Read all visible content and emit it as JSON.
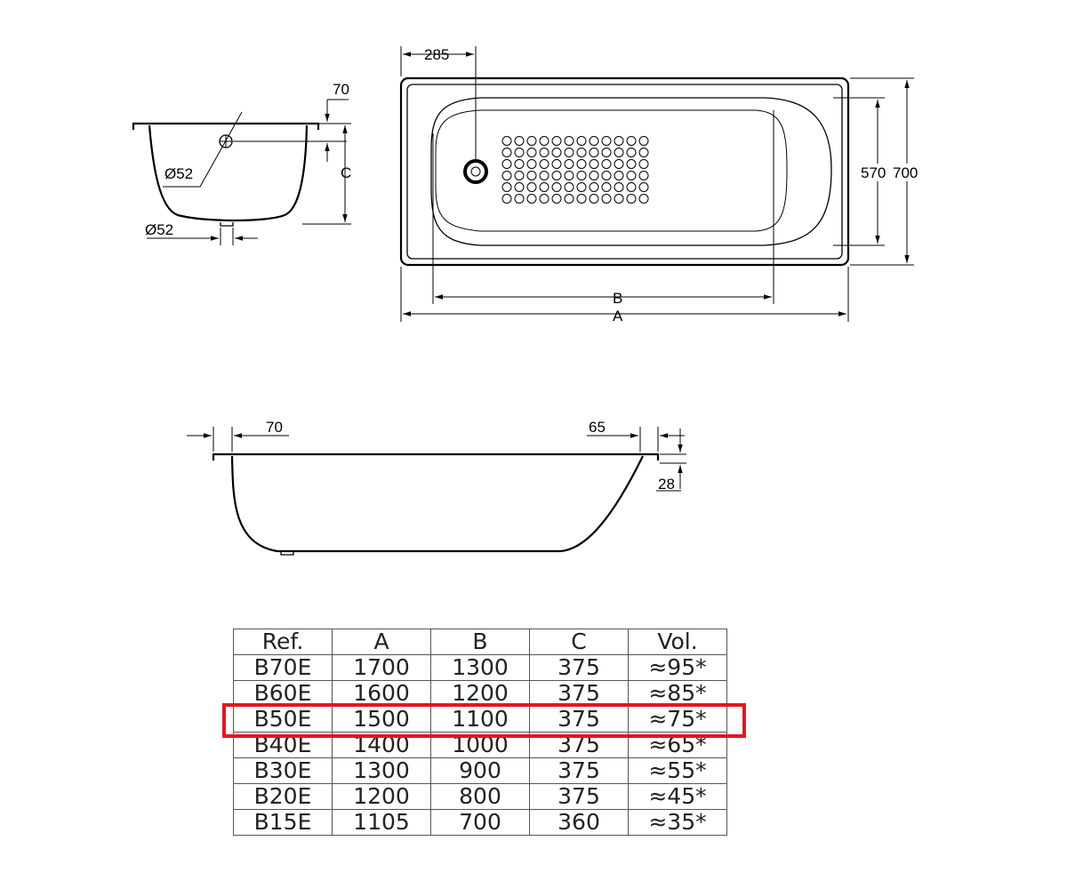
{
  "dimensions": {
    "lip": "70",
    "waste_diameter_top": "Ø52",
    "waste_diameter_bottom": "Ø52",
    "depth_label": "C",
    "drain_offset": "285",
    "inner_width": "570",
    "outer_width": "700",
    "inner_length_label": "B",
    "outer_length_label": "A",
    "side_lip_left": "70",
    "side_lip_right": "65",
    "rim_height": "28"
  },
  "table": {
    "headers": [
      "Ref.",
      "A",
      "B",
      "C",
      "Vol."
    ],
    "rows": [
      [
        "B70E",
        "1700",
        "1300",
        "375",
        "≈95*"
      ],
      [
        "B60E",
        "1600",
        "1200",
        "375",
        "≈85*"
      ],
      [
        "B50E",
        "1500",
        "1100",
        "375",
        "≈75*"
      ],
      [
        "B40E",
        "1400",
        "1000",
        "375",
        "≈65*"
      ],
      [
        "B30E",
        "1300",
        "900",
        "375",
        "≈55*"
      ],
      [
        "B20E",
        "1200",
        "800",
        "375",
        "≈45*"
      ],
      [
        "B15E",
        "1105",
        "700",
        "360",
        "≈35*"
      ]
    ],
    "highlight_color": "#e8141c"
  }
}
